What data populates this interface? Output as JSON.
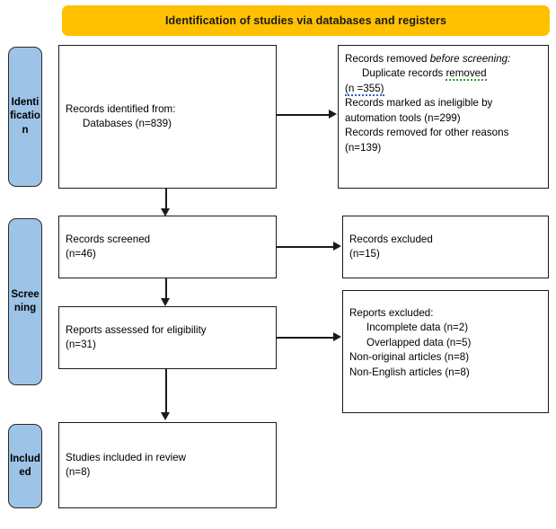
{
  "diagram": {
    "type": "prisma-flow-diagram",
    "banner": {
      "label": "Identification of studies via databases and registers",
      "color": "#FFC000"
    },
    "stage_labels": [
      {
        "name": "identification",
        "label": "Identification",
        "wrapped": "Id\nen\ntifi\nca\ntio\nn",
        "color": "#9DC3E6"
      },
      {
        "name": "screening",
        "label": "Screening",
        "wrapped": "Sc\nre\nen\nin\ng",
        "color": "#9DC3E6"
      },
      {
        "name": "included",
        "label": "Included",
        "wrapped": "In\ncl\nud\ned",
        "color": "#9DC3E6"
      }
    ],
    "boxes": {
      "records_identified": {
        "line1": "Records identified from:",
        "line2": "Databases (n=839)",
        "count": 839
      },
      "records_removed": {
        "heading_plain": "Records removed ",
        "heading_italic": "before screening",
        "heading_colon": ":",
        "item1_a": "Duplicate records ",
        "item1_b": "removed",
        "item1_n": "(n =355)",
        "item2": "Records marked as ineligible by automation tools (n=299)",
        "item3": "Records removed for other reasons (n=139)",
        "counts": {
          "duplicates": 355,
          "automation_ineligible": 299,
          "other_reasons": 139
        }
      },
      "records_screened": {
        "line1": "Records screened",
        "line2": "(n=46)",
        "count": 46
      },
      "records_excluded": {
        "line1": "Records excluded",
        "line2": "(n=15)",
        "count": 15
      },
      "reports_assessed": {
        "line1": "Reports assessed for eligibility",
        "line2": "(n=31)",
        "count": 31
      },
      "reports_excluded": {
        "heading": "Reports excluded:",
        "item1": "Incomplete data (n=2)",
        "item2": "Overlapped data (n=5)",
        "item3": "Non-original articles (n=8)",
        "item4": "Non-English articles (n=8)",
        "counts": {
          "incomplete_data": 2,
          "overlapped_data": 5,
          "non_original": 8,
          "non_english": 8
        }
      },
      "studies_included": {
        "line1": "Studies included in review",
        "line2": "(n=8)",
        "count": 8
      }
    }
  }
}
